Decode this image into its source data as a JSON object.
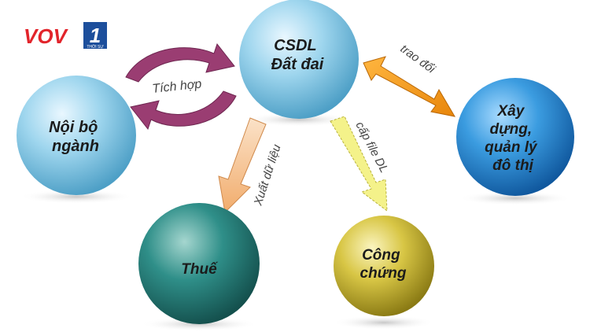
{
  "logo": {
    "text": "VOV",
    "channel": "1",
    "subtitle": "THỜI SỰ",
    "colors": {
      "red": "#e2242b",
      "blue": "#1d4f9c"
    }
  },
  "nodes": {
    "csdl": {
      "line1": "CSDL",
      "line2": "Đất đai"
    },
    "noi_bo": {
      "line1": "Nội bộ",
      "line2": "ngành"
    },
    "xay_dung": {
      "line1": "Xây",
      "line2": "dựng,",
      "line3": "quản lý",
      "line4": "đô thị"
    },
    "thue": {
      "line1": "Thuế"
    },
    "cong_chung": {
      "line1": "Công",
      "line2": "chứng"
    }
  },
  "edges": {
    "tich_hop": "Tích hợp",
    "trao_doi": "trao đổi",
    "xuat_du_lieu": "Xuất dữ liệu",
    "cap_file": "cấp file DL"
  },
  "colors": {
    "sky_sphere": "#8fcde8",
    "blue_sphere": "#2f8fd6",
    "teal_sphere": "#2e8a85",
    "gold_sphere": "#cbbb3a",
    "purple_arrow": "#9a3d72",
    "orange_arrow": "#f39a1a",
    "peach_arrow": "#f6c79c",
    "yellow_arrow": "#f4f28a"
  }
}
